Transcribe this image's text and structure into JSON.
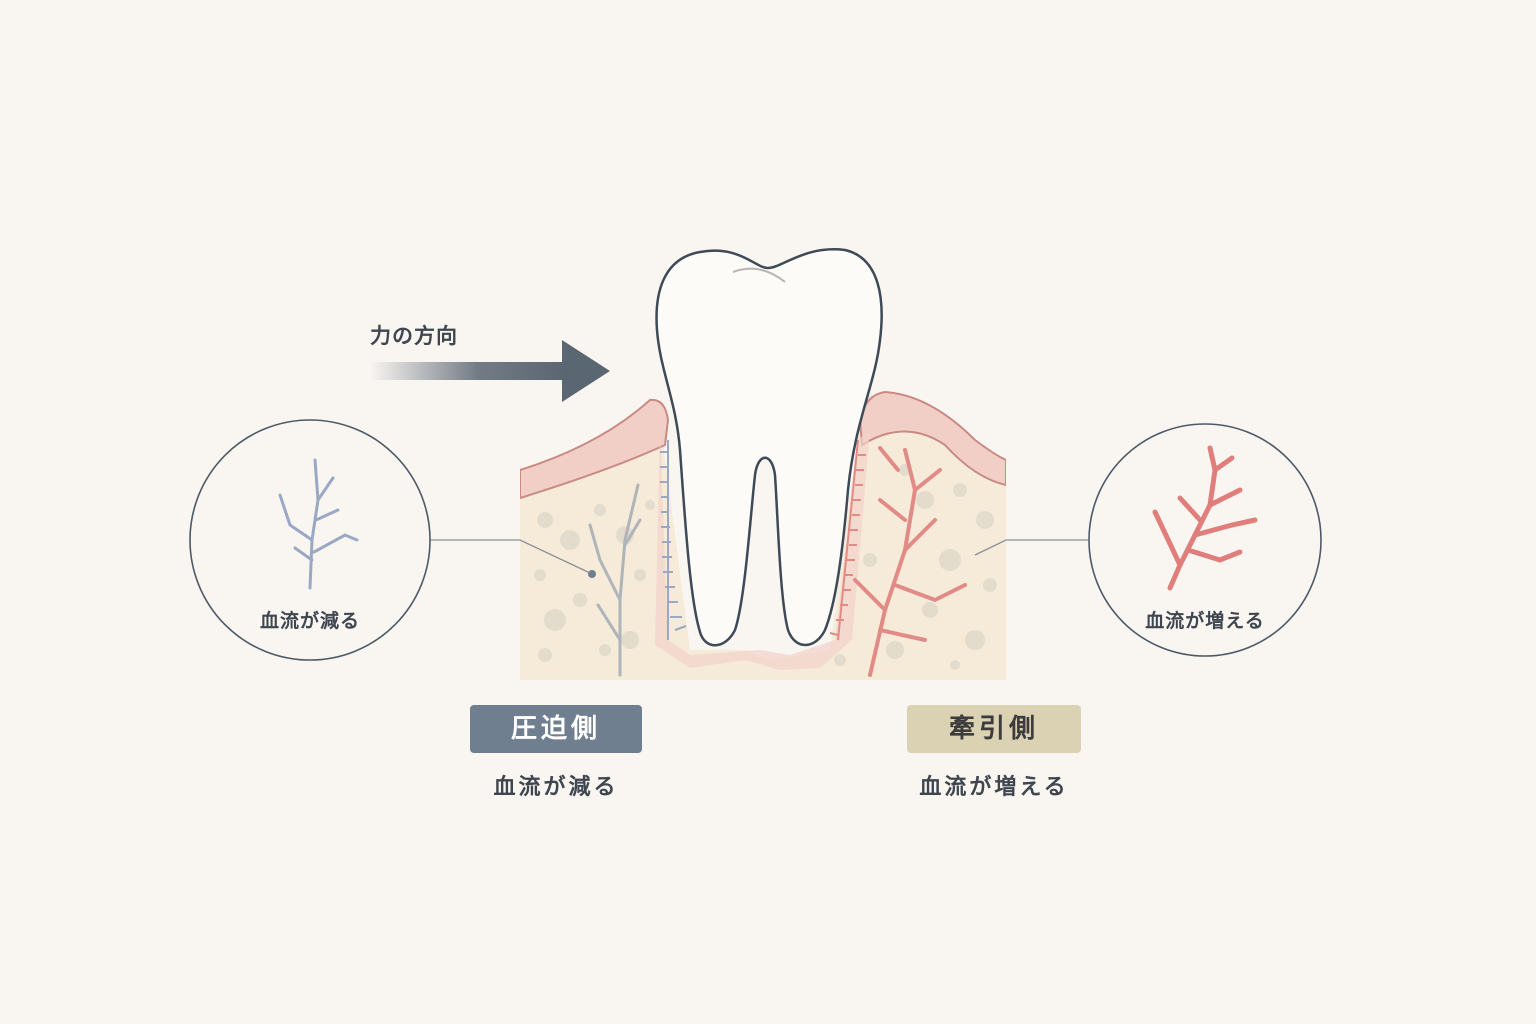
{
  "force": {
    "label": "力の方向",
    "arrow_color": "#5b6673"
  },
  "left_detail": {
    "caption": "血流が減る",
    "vessel_color": "#9aa8c4"
  },
  "right_detail": {
    "caption": "血流が増える",
    "vessel_color": "#e07e7c"
  },
  "pressure_side": {
    "badge": "圧迫側",
    "description": "血流が減る",
    "badge_color": "#6f7f8f"
  },
  "tension_side": {
    "badge": "牽引側",
    "description": "血流が増える",
    "badge_color": "#dbd1b3"
  },
  "colors": {
    "background": "#f9f6f1",
    "gum": "#f1cfc7",
    "bone": "#f6ead9",
    "tooth": "#fdfbf8",
    "outline": "#3e4a57"
  }
}
